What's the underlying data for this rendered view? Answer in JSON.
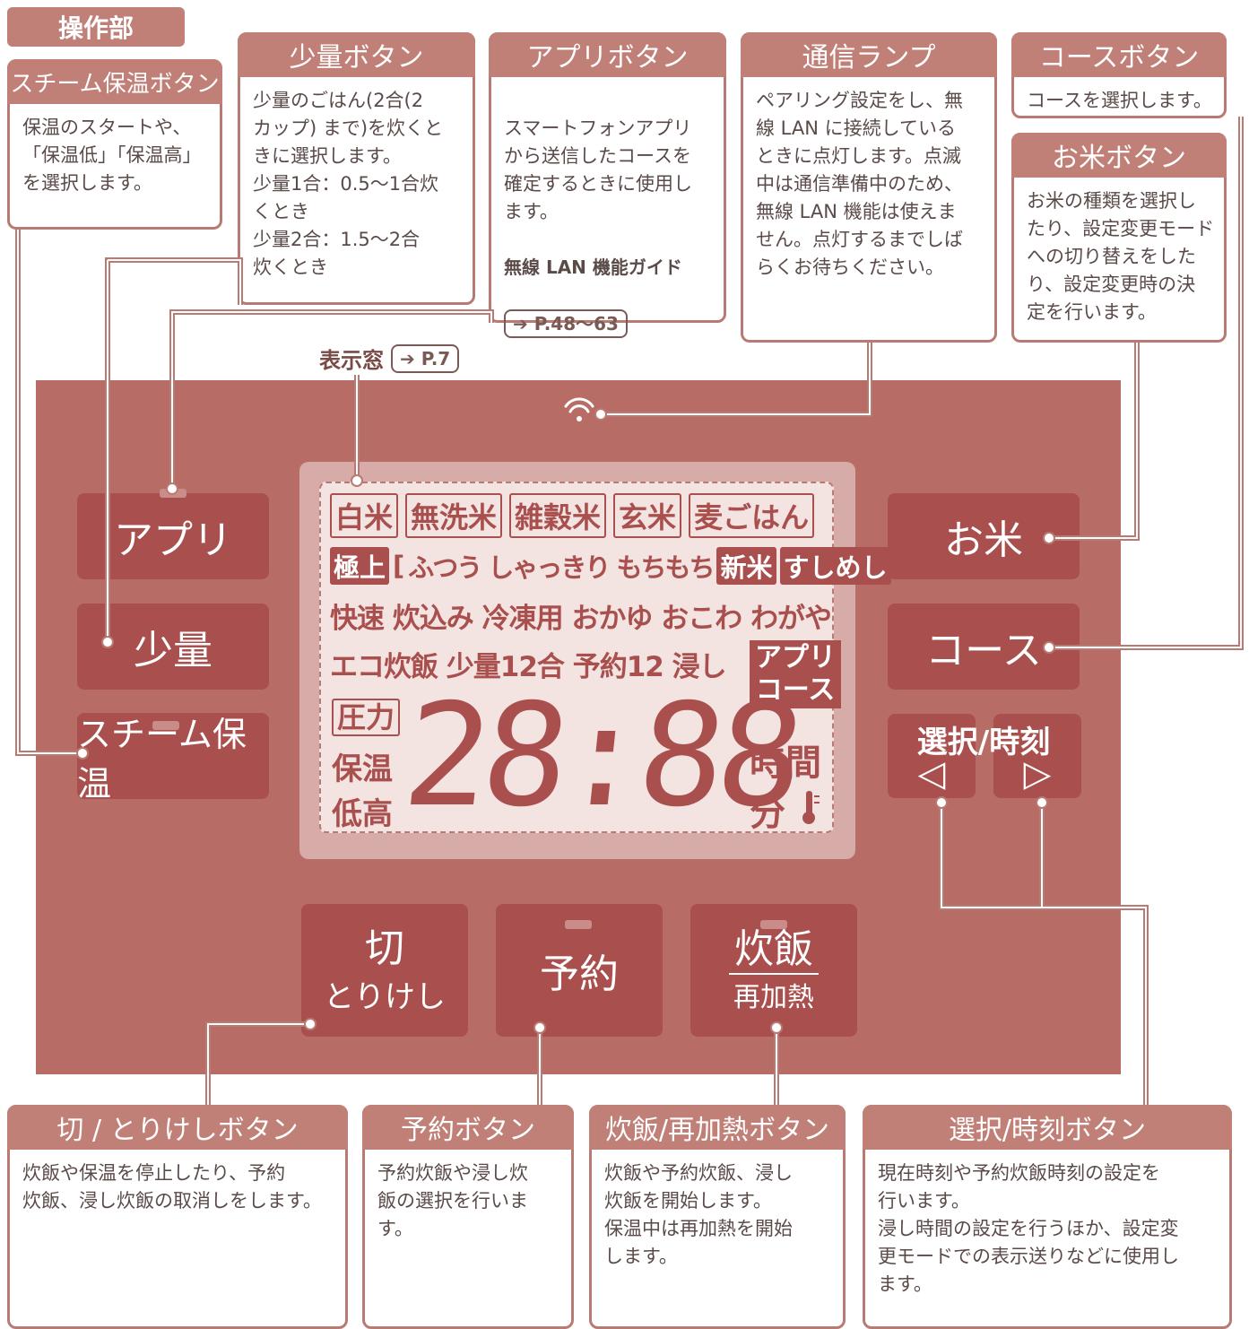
{
  "section_title": "操作部",
  "callouts": {
    "steam": {
      "title": "スチーム保温ボタン",
      "body": "保温のスタートや、\n「保温低」「保温高」\nを選択します。"
    },
    "small": {
      "title": "少量ボタン",
      "body": "少量のごはん(2合(2\nカップ) まで)を炊くと\nきに選択します。\n少量1合：0.5～1合炊\nくとき\n少量2合：1.5～2合\n炊くとき"
    },
    "app": {
      "title": "アプリボタン",
      "body": "スマートフォンアプリ\nから送信したコースを\n確定するときに使用し\nます。",
      "guide": "無線 LAN 機能ガイド",
      "ref": "➔ P.48～63"
    },
    "comm": {
      "title": "通信ランプ",
      "body": "ペアリング設定をし、無\n線 LAN に接続している\nときに点灯します。点滅\n中は通信準備中のため、\n無線 LAN 機能は使えま\nせん。点灯するまでしば\nらくお待ちください。"
    },
    "course": {
      "title": "コースボタン",
      "body": "コースを選択します。"
    },
    "rice": {
      "title": "お米ボタン",
      "body": "お米の種類を選択し\nたり、設定変更モード\nへの切り替えをした\nり、設定変更時の決\n定を行います。"
    },
    "cancel": {
      "title": "切 / とりけしボタン",
      "body": "炊飯や保温を停止したり、予約\n炊飯、浸し炊飯の取消しをします。"
    },
    "timer": {
      "title": "予約ボタン",
      "body": "予約炊飯や浸し炊\n飯の選択を行いま\nす。"
    },
    "cook": {
      "title": "炊飯/再加熱ボタン",
      "body": "炊飯や予約炊飯、浸し\n炊飯を開始します。\n保温中は再加熱を開始\nします。"
    },
    "select": {
      "title": "選択/時刻ボタン",
      "body": "現在時刻や予約炊飯時刻の設定を\n行います。\n浸し時間の設定を行うほか、設定変\n更モードでの表示送りなどに使用し\nます。"
    }
  },
  "display_window": {
    "label": "表示窓",
    "ref": "➔ P.7"
  },
  "buttons": {
    "app": "アプリ",
    "small": "少量",
    "steam": "スチーム保温",
    "rice": "お米",
    "course": "コース",
    "select_label": "選択/時刻",
    "left_arrow": "◁",
    "right_arrow": "▷",
    "cancel_main": "切",
    "cancel_sub": "とりけし",
    "timer": "予約",
    "cook_main": "炊飯",
    "cook_sub": "再加熱"
  },
  "lcd": {
    "rice_types": [
      "白米",
      "無洗米",
      "雑穀米",
      "玄米",
      "麦ごはん"
    ],
    "texture_premium": "極上",
    "texture_open": "[",
    "textures": "ふつう しゃっきり もちもち",
    "new_rice": "新米",
    "sushi": "すしめし",
    "texture_close": "]",
    "modes": "快速 炊込み 冷凍用 おかゆ おこわ わがや",
    "row4": "エコ炊飯 少量12合 予約12 浸し",
    "app_course_1": "アプリ",
    "app_course_2": "コース",
    "pressure": "圧力",
    "keep_warm": "保温",
    "low_high": "低高",
    "digits": "28:88",
    "hour": "時間",
    "minute": "分"
  },
  "wifi_icon": "wifi-icon"
}
